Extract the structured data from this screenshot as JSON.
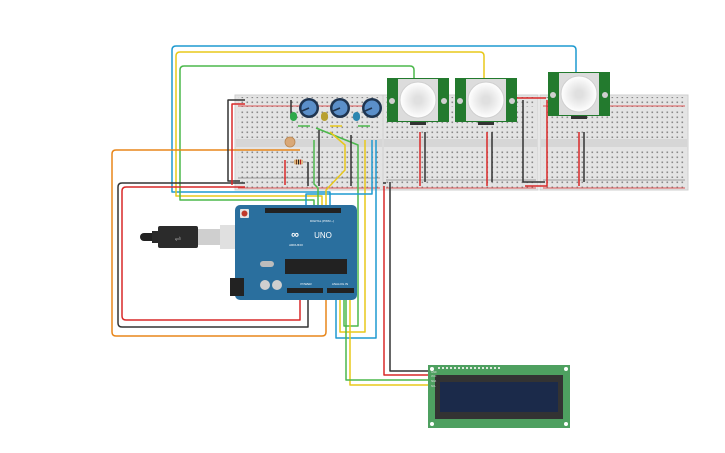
{
  "title": "Arduino circuit: 3 PIR sensors, 3 potentiometers, LEDs, photoresistor and 16x2 LCD (I2C)",
  "colors": {
    "background": "#ffffff",
    "breadboard": "#e6e6e6",
    "breadboard_rail": "#d9d9d9",
    "arduino": "#2a6f9e",
    "arduino_dark": "#1e5a84",
    "pir_board": "#237a2e",
    "pir_dome": "#eeeeee",
    "pot_knob": "#5b8fc9",
    "lcd_board": "#4ea060",
    "lcd_bezel": "#333333",
    "lcd_screen": "#1b2a4a",
    "wire_red": "#d92828",
    "wire_black": "#333333",
    "wire_blue": "#1e9ad0",
    "wire_yellow": "#e8c81a",
    "wire_green": "#4cb84c",
    "wire_orange": "#e8861a",
    "led_green": "#2ea84a",
    "led_yellow": "#b8a030",
    "led_blue": "#2a86b0"
  },
  "components": {
    "arduino": {
      "label": "UNO",
      "brand": "ARDUINO",
      "header_digital": "DIGITAL (PWM ~)",
      "header_power": "POWER",
      "header_analog": "ANALOG IN",
      "icon": "infinity-logo-icon"
    },
    "usb_cable": {
      "label": "USB",
      "icon": "usb-icon"
    },
    "pir_sensors": [
      {
        "id": "PIR 1"
      },
      {
        "id": "PIR 2"
      },
      {
        "id": "PIR 3"
      }
    ],
    "potentiometers": [
      {
        "id": "POT 1"
      },
      {
        "id": "POT 2"
      },
      {
        "id": "POT 3"
      }
    ],
    "leds": [
      {
        "id": "LED green",
        "color": "green"
      },
      {
        "id": "LED yellow",
        "color": "yellow"
      },
      {
        "id": "LED blue",
        "color": "blue"
      }
    ],
    "photoresistor": {
      "id": "LDR"
    },
    "resistor": {
      "id": "R1"
    },
    "lcd": {
      "id": "LCD 16x2",
      "pins": [
        "GND",
        "VCC",
        "SDA",
        "SCL"
      ]
    },
    "breadboards": [
      {
        "id": "BB1",
        "rail_plus": "+",
        "rail_minus": "-"
      },
      {
        "id": "BB2",
        "rail_plus": "+",
        "rail_minus": "-"
      }
    ]
  }
}
